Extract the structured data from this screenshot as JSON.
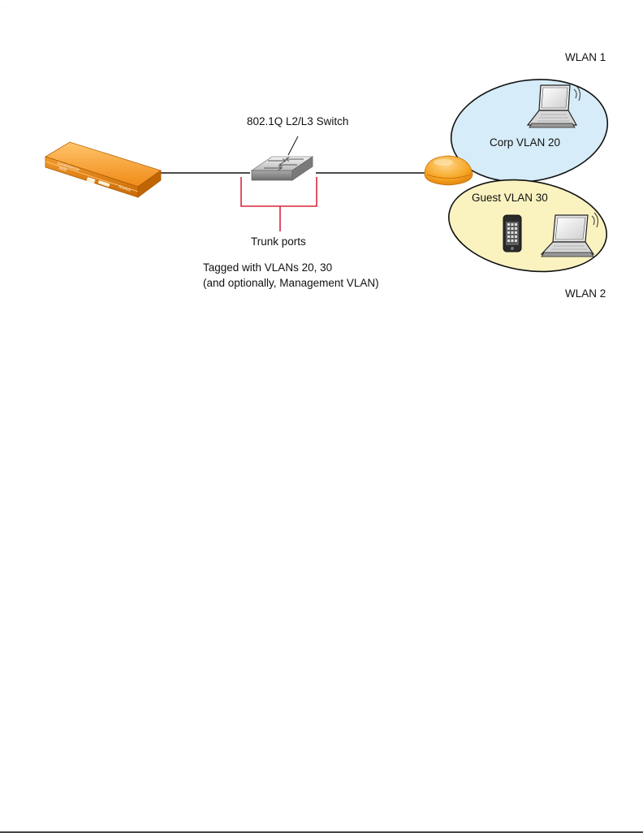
{
  "labels": {
    "switch": "802.1Q L2/L3 Switch",
    "trunk_ports": "Trunk ports",
    "tagged_line1": "Tagged with VLANs 20, 30",
    "tagged_line2": "(and optionally, Management VLAN)",
    "wlan1": "WLAN 1",
    "wlan2": "WLAN 2",
    "corp_vlan": "Corp VLAN 20",
    "guest_vlan": "Guest VLAN 30"
  },
  "device": {
    "brand_text": "ZoneDirector",
    "model_text": "3000",
    "logo_text": "Ruckus"
  },
  "colors": {
    "corp_fill": "#d6ecf8",
    "guest_fill": "#faf3c0",
    "trunk_line": "#d7263d",
    "controller_orange": "#f39a2b",
    "ap_orange": "#f6a623"
  }
}
